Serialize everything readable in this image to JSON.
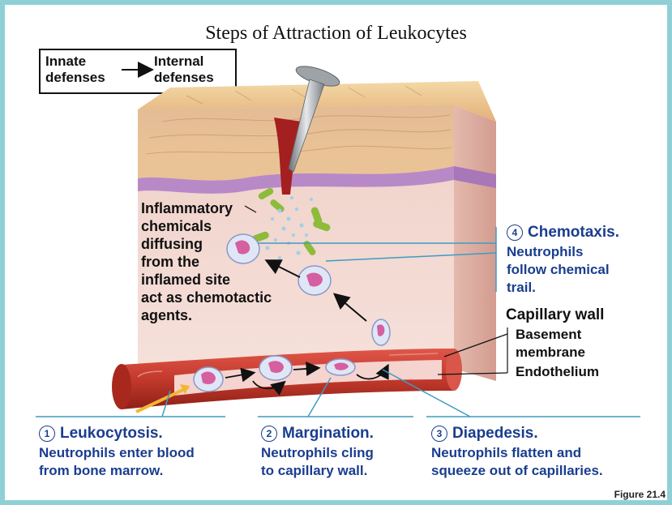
{
  "title": "Steps of Attraction of Leukocytes",
  "legend": {
    "left": "Innate\ndefenses",
    "right": "Internal\ndefenses"
  },
  "inflammatory_text": "Inflammatory\nchemicals\ndiffusing\nfrom the\ninflamed site\nact as chemotactic\nagents.",
  "chemotaxis": {
    "number": "4",
    "heading": "Chemotaxis.",
    "body": "Neutrophils\nfollow chemical\ntrail."
  },
  "capillary_wall": {
    "heading": "Capillary wall",
    "basement": "Basement\nmembrane",
    "endothelium": "Endothelium"
  },
  "steps": [
    {
      "number": "1",
      "heading": "Leukocytosis.",
      "body": "Neutrophils enter blood\nfrom bone marrow."
    },
    {
      "number": "2",
      "heading": "Margination.",
      "body": "Neutrophils cling\nto capillary wall."
    },
    {
      "number": "3",
      "heading": "Diapedesis.",
      "body": "Neutrophils flatten and\nsqueeze out of capillaries."
    }
  ],
  "figure_label": "Figure 21.4",
  "colors": {
    "label_blue": "#1a3d8f",
    "leader_line": "#3f9bc4",
    "skin_top": "#e9c08a",
    "dermis": "#f2d6cf",
    "vessel": "#c33a2c"
  }
}
